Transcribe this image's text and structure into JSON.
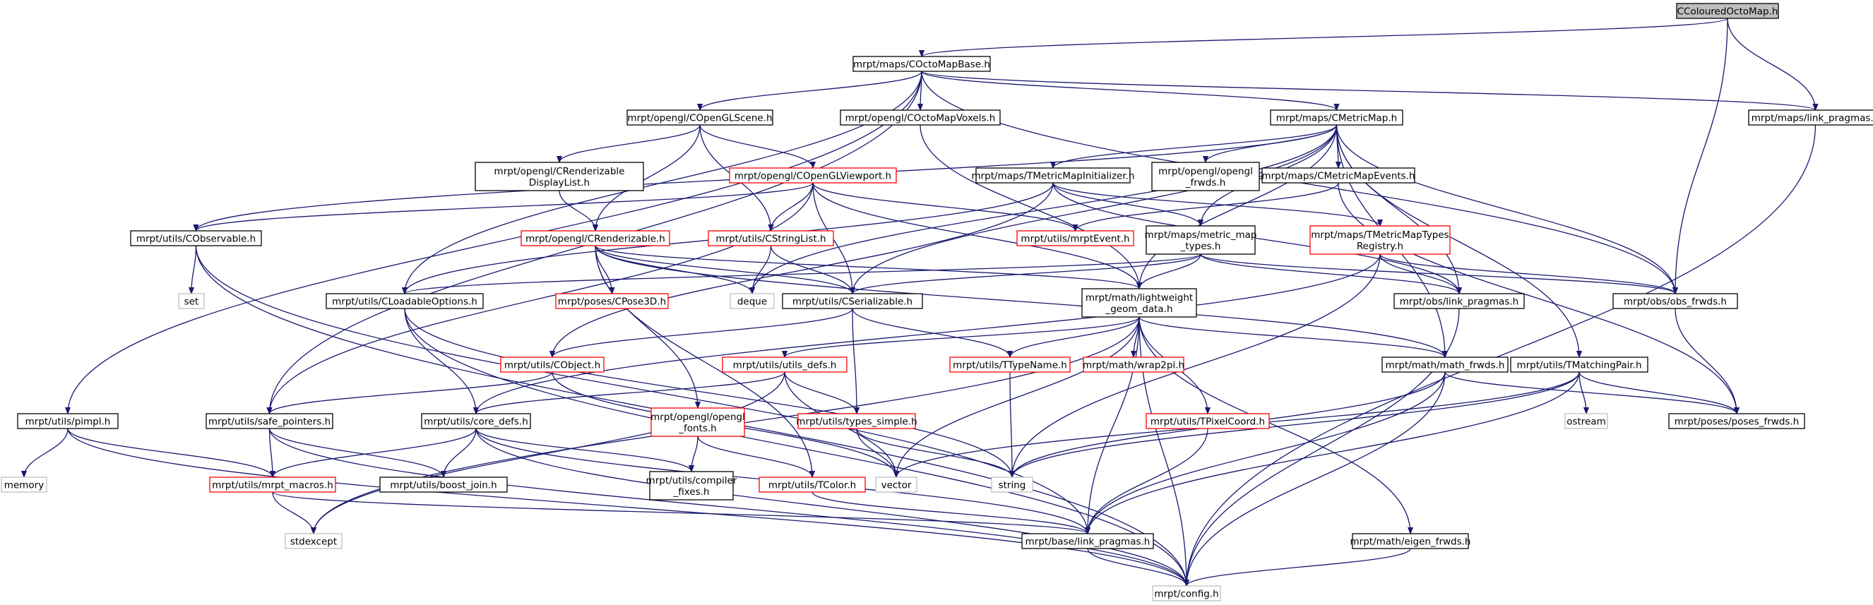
{
  "colors": {
    "edge": "#191970",
    "node_border": "#000000",
    "node_border_missing": "#ff0000",
    "node_border_system": "#bfbfbf",
    "root_fill": "#bfbfbf"
  },
  "nodes": [
    {
      "id": "ccolouredoctomap",
      "lines": [
        "CColouredOctoMap.h"
      ],
      "style": "root"
    },
    {
      "id": "coctomapbase",
      "lines": [
        "mrpt/maps/COctoMapBase.h"
      ],
      "style": "normal"
    },
    {
      "id": "copenglscene",
      "lines": [
        "mrpt/opengl/COpenGLScene.h"
      ],
      "style": "normal"
    },
    {
      "id": "coctomapvoxels",
      "lines": [
        "mrpt/opengl/COctoMapVoxels.h"
      ],
      "style": "normal"
    },
    {
      "id": "cmetricmap",
      "lines": [
        "mrpt/maps/CMetricMap.h"
      ],
      "style": "normal"
    },
    {
      "id": "maps_link_pragmas",
      "lines": [
        "mrpt/maps/link_pragmas.h"
      ],
      "style": "normal"
    },
    {
      "id": "crenderizabledisplaylist",
      "lines": [
        "mrpt/opengl/CRenderizable",
        "DisplayList.h"
      ],
      "style": "normal"
    },
    {
      "id": "copenglviewport",
      "lines": [
        "mrpt/opengl/COpenGLViewport.h"
      ],
      "style": "red"
    },
    {
      "id": "tmetricmapinitializer",
      "lines": [
        "mrpt/maps/TMetricMapInitializer.h"
      ],
      "style": "normal"
    },
    {
      "id": "opengl_frwds",
      "lines": [
        "mrpt/opengl/opengl",
        "_frwds.h"
      ],
      "style": "normal"
    },
    {
      "id": "cmetricmapevents",
      "lines": [
        "mrpt/maps/CMetricMapEvents.h"
      ],
      "style": "normal"
    },
    {
      "id": "cobservable",
      "lines": [
        "mrpt/utils/CObservable.h"
      ],
      "style": "normal"
    },
    {
      "id": "crenderizable",
      "lines": [
        "mrpt/opengl/CRenderizable.h"
      ],
      "style": "red"
    },
    {
      "id": "cstringlist",
      "lines": [
        "mrpt/utils/CStringList.h"
      ],
      "style": "red"
    },
    {
      "id": "mrptevent",
      "lines": [
        "mrpt/utils/mrptEvent.h"
      ],
      "style": "red"
    },
    {
      "id": "metric_map_types",
      "lines": [
        "mrpt/maps/metric_map",
        "_types.h"
      ],
      "style": "normal"
    },
    {
      "id": "tmetricmaptypesregistry",
      "lines": [
        "mrpt/maps/TMetricMapTypes",
        "Registry.h"
      ],
      "style": "red"
    },
    {
      "id": "set",
      "lines": [
        "set"
      ],
      "style": "grey"
    },
    {
      "id": "cloadableoptions",
      "lines": [
        "mrpt/utils/CLoadableOptions.h"
      ],
      "style": "normal"
    },
    {
      "id": "cpose3d",
      "lines": [
        "mrpt/poses/CPose3D.h"
      ],
      "style": "red"
    },
    {
      "id": "deque",
      "lines": [
        "deque"
      ],
      "style": "grey"
    },
    {
      "id": "cserializable",
      "lines": [
        "mrpt/utils/CSerializable.h"
      ],
      "style": "normal"
    },
    {
      "id": "lightweight_geom_data",
      "lines": [
        "mrpt/math/lightweight",
        "_geom_data.h"
      ],
      "style": "normal"
    },
    {
      "id": "obs_link_pragmas",
      "lines": [
        "mrpt/obs/link_pragmas.h"
      ],
      "style": "normal"
    },
    {
      "id": "obs_frwds",
      "lines": [
        "mrpt/obs/obs_frwds.h"
      ],
      "style": "normal"
    },
    {
      "id": "cobject",
      "lines": [
        "mrpt/utils/CObject.h"
      ],
      "style": "red"
    },
    {
      "id": "utils_defs",
      "lines": [
        "mrpt/utils/utils_defs.h"
      ],
      "style": "red"
    },
    {
      "id": "ttypename",
      "lines": [
        "mrpt/utils/TTypeName.h"
      ],
      "style": "red"
    },
    {
      "id": "wrap2pi",
      "lines": [
        "mrpt/math/wrap2pi.h"
      ],
      "style": "red"
    },
    {
      "id": "math_frwds",
      "lines": [
        "mrpt/math/math_frwds.h"
      ],
      "style": "normal"
    },
    {
      "id": "tmatchingpair",
      "lines": [
        "mrpt/utils/TMatchingPair.h"
      ],
      "style": "normal"
    },
    {
      "id": "pimpl",
      "lines": [
        "mrpt/utils/pimpl.h"
      ],
      "style": "normal"
    },
    {
      "id": "safe_pointers",
      "lines": [
        "mrpt/utils/safe_pointers.h"
      ],
      "style": "normal"
    },
    {
      "id": "core_defs",
      "lines": [
        "mrpt/utils/core_defs.h"
      ],
      "style": "normal"
    },
    {
      "id": "opengl_fonts",
      "lines": [
        "mrpt/opengl/opengl",
        "_fonts.h"
      ],
      "style": "red"
    },
    {
      "id": "types_simple",
      "lines": [
        "mrpt/utils/types_simple.h"
      ],
      "style": "red"
    },
    {
      "id": "tpixelcoord",
      "lines": [
        "mrpt/utils/TPixelCoord.h"
      ],
      "style": "red"
    },
    {
      "id": "ostream",
      "lines": [
        "ostream"
      ],
      "style": "grey"
    },
    {
      "id": "poses_frwds",
      "lines": [
        "mrpt/poses/poses_frwds.h"
      ],
      "style": "normal"
    },
    {
      "id": "memory",
      "lines": [
        "memory"
      ],
      "style": "grey"
    },
    {
      "id": "mrpt_macros",
      "lines": [
        "mrpt/utils/mrpt_macros.h"
      ],
      "style": "red"
    },
    {
      "id": "boost_join",
      "lines": [
        "mrpt/utils/boost_join.h"
      ],
      "style": "normal"
    },
    {
      "id": "compiler_fixes",
      "lines": [
        "mrpt/utils/compiler",
        "_fixes.h"
      ],
      "style": "normal"
    },
    {
      "id": "tcolor",
      "lines": [
        "mrpt/utils/TColor.h"
      ],
      "style": "red"
    },
    {
      "id": "vector",
      "lines": [
        "vector"
      ],
      "style": "grey"
    },
    {
      "id": "string",
      "lines": [
        "string"
      ],
      "style": "grey"
    },
    {
      "id": "stdexcept",
      "lines": [
        "stdexcept"
      ],
      "style": "grey"
    },
    {
      "id": "base_link_pragmas",
      "lines": [
        "mrpt/base/link_pragmas.h"
      ],
      "style": "normal"
    },
    {
      "id": "eigen_frwds",
      "lines": [
        "mrpt/math/eigen_frwds.h"
      ],
      "style": "normal"
    },
    {
      "id": "config",
      "lines": [
        "mrpt/config.h"
      ],
      "style": "grey"
    }
  ],
  "edges": [
    [
      "ccolouredoctomap",
      "coctomapbase"
    ],
    [
      "ccolouredoctomap",
      "maps_link_pragmas"
    ],
    [
      "ccolouredoctomap",
      "obs_frwds"
    ],
    [
      "coctomapbase",
      "copenglscene"
    ],
    [
      "coctomapbase",
      "coctomapvoxels"
    ],
    [
      "coctomapbase",
      "cmetricmap"
    ],
    [
      "coctomapbase",
      "maps_link_pragmas"
    ],
    [
      "coctomapbase",
      "obs_frwds"
    ],
    [
      "coctomapbase",
      "cloadableoptions"
    ],
    [
      "coctomapbase",
      "safe_pointers"
    ],
    [
      "coctomapbase",
      "pimpl"
    ],
    [
      "copenglscene",
      "crenderizabledisplaylist"
    ],
    [
      "copenglscene",
      "copenglviewport"
    ],
    [
      "copenglscene",
      "cstringlist"
    ],
    [
      "copenglscene",
      "crenderizable"
    ],
    [
      "coctomapvoxels",
      "lightweight_geom_data"
    ],
    [
      "cmetricmap",
      "tmetricmapinitializer"
    ],
    [
      "cmetricmap",
      "opengl_frwds"
    ],
    [
      "cmetricmap",
      "cmetricmapevents"
    ],
    [
      "cmetricmap",
      "metric_map_types"
    ],
    [
      "cmetricmap",
      "lightweight_geom_data"
    ],
    [
      "cmetricmap",
      "obs_link_pragmas"
    ],
    [
      "cmetricmap",
      "obs_frwds"
    ],
    [
      "cmetricmap",
      "math_frwds"
    ],
    [
      "cmetricmap",
      "tmatchingpair"
    ],
    [
      "cmetricmap",
      "cserializable"
    ],
    [
      "cmetricmap",
      "cobservable"
    ],
    [
      "cmetricmap",
      "deque"
    ],
    [
      "maps_link_pragmas",
      "config"
    ],
    [
      "crenderizabledisplaylist",
      "crenderizable"
    ],
    [
      "copenglviewport",
      "cstringlist"
    ],
    [
      "copenglviewport",
      "cserializable"
    ],
    [
      "copenglviewport",
      "mrptevent"
    ],
    [
      "copenglviewport",
      "lightweight_geom_data"
    ],
    [
      "copenglviewport",
      "cobservable"
    ],
    [
      "copenglviewport",
      "safe_pointers"
    ],
    [
      "tmetricmapinitializer",
      "metric_map_types"
    ],
    [
      "tmetricmapinitializer",
      "tmetricmaptypesregistry"
    ],
    [
      "tmetricmapinitializer",
      "obs_link_pragmas"
    ],
    [
      "tmetricmapinitializer",
      "cloadableoptions"
    ],
    [
      "tmetricmapinitializer",
      "cobject"
    ],
    [
      "cmetricmapevents",
      "mrptevent"
    ],
    [
      "cmetricmapevents",
      "poses_frwds"
    ],
    [
      "cobservable",
      "set"
    ],
    [
      "cobservable",
      "config"
    ],
    [
      "cobservable",
      "base_link_pragmas"
    ],
    [
      "crenderizable",
      "cpose3d"
    ],
    [
      "crenderizable",
      "deque"
    ],
    [
      "crenderizable",
      "cserializable"
    ],
    [
      "crenderizable",
      "lightweight_geom_data"
    ],
    [
      "crenderizable",
      "opengl_fonts"
    ],
    [
      "crenderizable",
      "tcolor"
    ],
    [
      "crenderizable",
      "math_frwds"
    ],
    [
      "cstringlist",
      "deque"
    ],
    [
      "cstringlist",
      "cserializable"
    ],
    [
      "metric_map_types",
      "cloadableoptions"
    ],
    [
      "metric_map_types",
      "cserializable"
    ],
    [
      "metric_map_types",
      "obs_link_pragmas"
    ],
    [
      "metric_map_types",
      "obs_frwds"
    ],
    [
      "metric_map_types",
      "lightweight_geom_data"
    ],
    [
      "tmetricmaptypesregistry",
      "string"
    ],
    [
      "tmetricmaptypesregistry",
      "obs_link_pragmas"
    ],
    [
      "tmetricmaptypesregistry",
      "obs_frwds"
    ],
    [
      "tmetricmaptypesregistry",
      "core_defs"
    ],
    [
      "cloadableoptions",
      "core_defs"
    ],
    [
      "cloadableoptions",
      "string"
    ],
    [
      "cloadableoptions",
      "config"
    ],
    [
      "cserializable",
      "cobject"
    ],
    [
      "cserializable",
      "ttypename"
    ],
    [
      "cserializable",
      "types_simple"
    ],
    [
      "lightweight_geom_data",
      "utils_defs"
    ],
    [
      "lightweight_geom_data",
      "ttypename"
    ],
    [
      "lightweight_geom_data",
      "wrap2pi"
    ],
    [
      "lightweight_geom_data",
      "math_frwds"
    ],
    [
      "lightweight_geom_data",
      "tpixelcoord"
    ],
    [
      "lightweight_geom_data",
      "vector"
    ],
    [
      "lightweight_geom_data",
      "base_link_pragmas"
    ],
    [
      "lightweight_geom_data",
      "eigen_frwds"
    ],
    [
      "lightweight_geom_data",
      "config"
    ],
    [
      "lightweight_geom_data",
      "stdexcept"
    ],
    [
      "obs_link_pragmas",
      "config"
    ],
    [
      "obs_frwds",
      "poses_frwds"
    ],
    [
      "cobject",
      "safe_pointers"
    ],
    [
      "cobject",
      "vector"
    ],
    [
      "utils_defs",
      "core_defs"
    ],
    [
      "utils_defs",
      "types_simple"
    ],
    [
      "utils_defs",
      "vector"
    ],
    [
      "utils_defs",
      "stdexcept"
    ],
    [
      "ttypename",
      "string"
    ],
    [
      "math_frwds",
      "poses_frwds"
    ],
    [
      "math_frwds",
      "string"
    ],
    [
      "math_frwds",
      "base_link_pragmas"
    ],
    [
      "math_frwds",
      "config"
    ],
    [
      "tmatchingpair",
      "poses_frwds"
    ],
    [
      "tmatchingpair",
      "ostream"
    ],
    [
      "tmatchingpair",
      "vector"
    ],
    [
      "tmatchingpair",
      "string"
    ],
    [
      "tmatchingpair",
      "base_link_pragmas"
    ],
    [
      "pimpl",
      "memory"
    ],
    [
      "pimpl",
      "mrpt_macros"
    ],
    [
      "pimpl",
      "config"
    ],
    [
      "safe_pointers",
      "mrpt_macros"
    ],
    [
      "safe_pointers",
      "boost_join"
    ],
    [
      "safe_pointers",
      "config"
    ],
    [
      "core_defs",
      "mrpt_macros"
    ],
    [
      "core_defs",
      "boost_join"
    ],
    [
      "core_defs",
      "compiler_fixes"
    ],
    [
      "core_defs",
      "base_link_pragmas"
    ],
    [
      "core_defs",
      "config"
    ],
    [
      "opengl_fonts",
      "compiler_fixes"
    ],
    [
      "opengl_fonts",
      "tcolor"
    ],
    [
      "types_simple",
      "vector"
    ],
    [
      "types_simple",
      "string"
    ],
    [
      "tpixelcoord",
      "base_link_pragmas"
    ],
    [
      "mrpt_macros",
      "stdexcept"
    ],
    [
      "mrpt_macros",
      "base_link_pragmas"
    ],
    [
      "tcolor",
      "base_link_pragmas"
    ],
    [
      "base_link_pragmas",
      "config"
    ],
    [
      "eigen_frwds",
      "config"
    ]
  ]
}
